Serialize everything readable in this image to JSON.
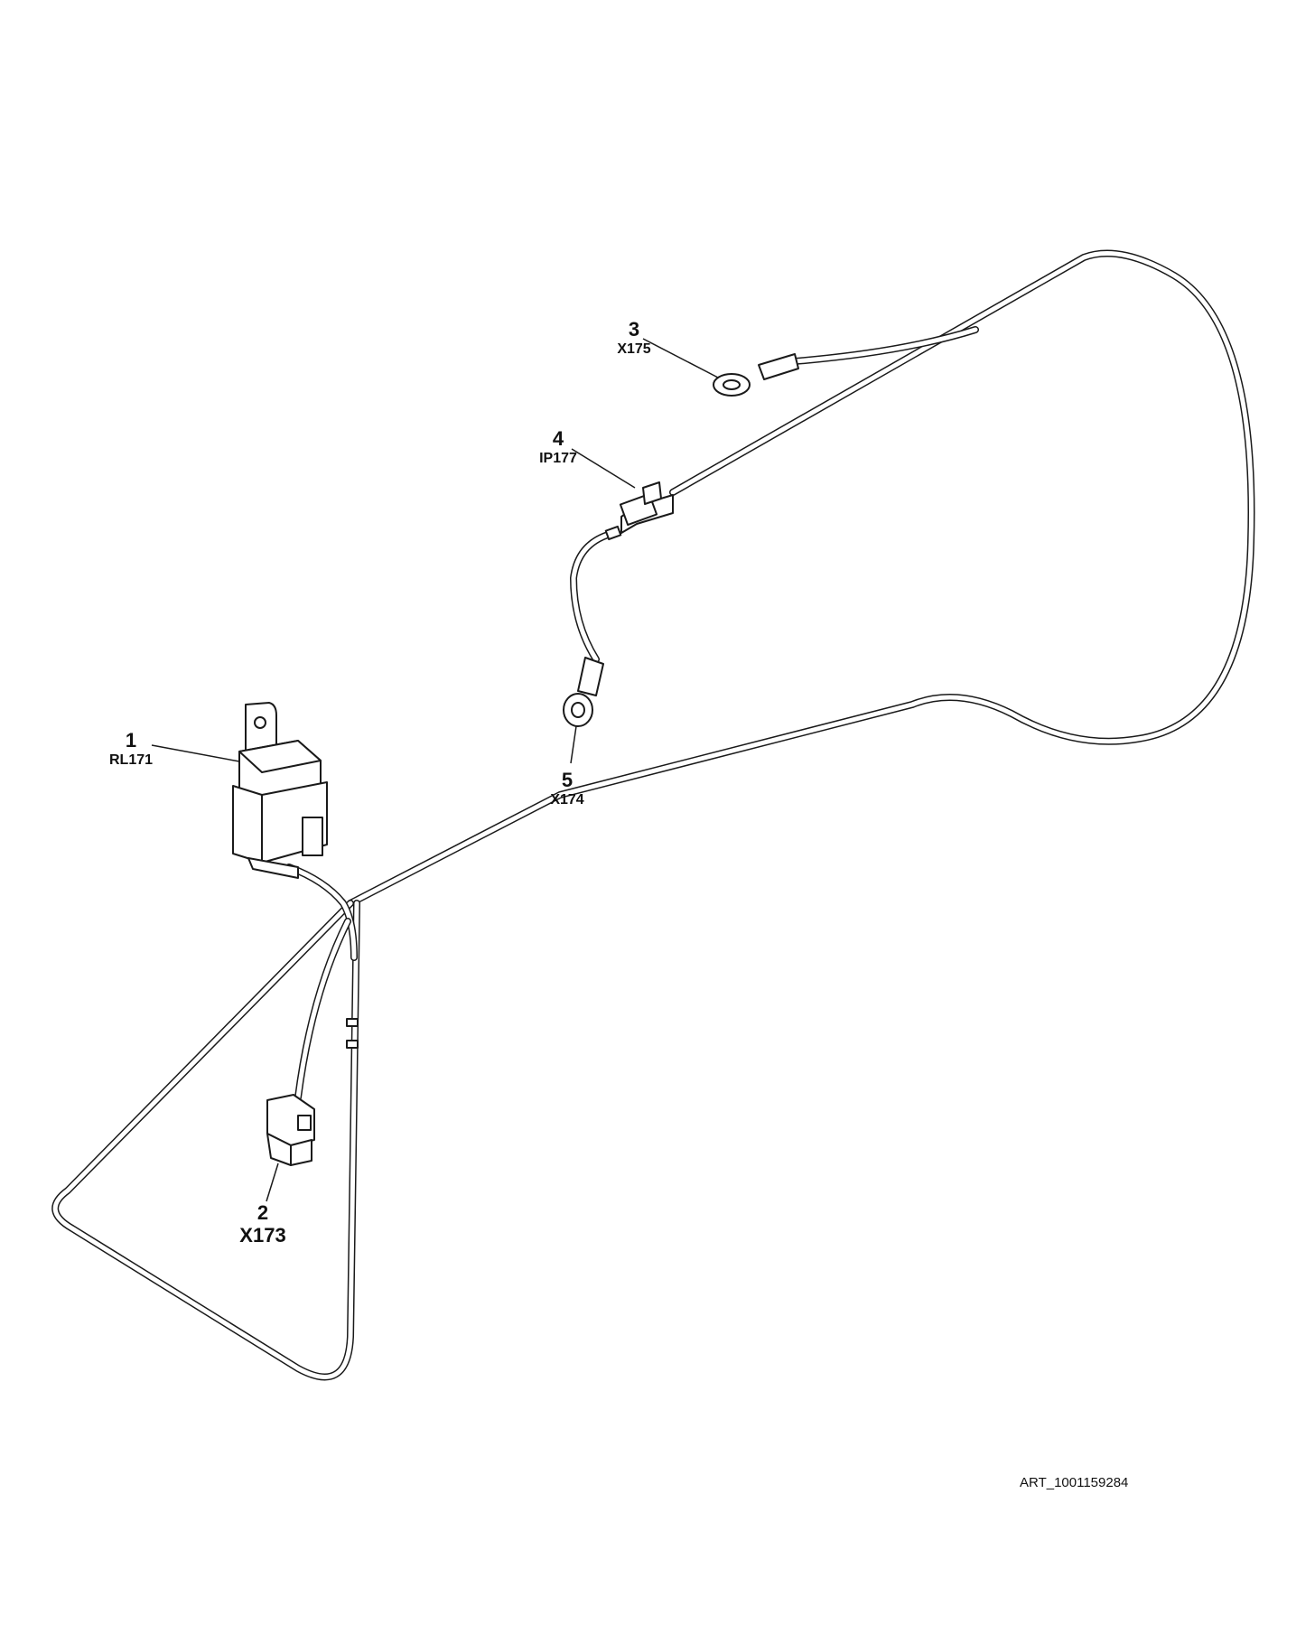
{
  "callouts": [
    {
      "number": "1",
      "code": "RL171"
    },
    {
      "number": "2",
      "code": "X173"
    },
    {
      "number": "3",
      "code": "X175"
    },
    {
      "number": "4",
      "code": "IP177"
    },
    {
      "number": "5",
      "code": "X174"
    }
  ],
  "art_id": "ART_1001159284"
}
